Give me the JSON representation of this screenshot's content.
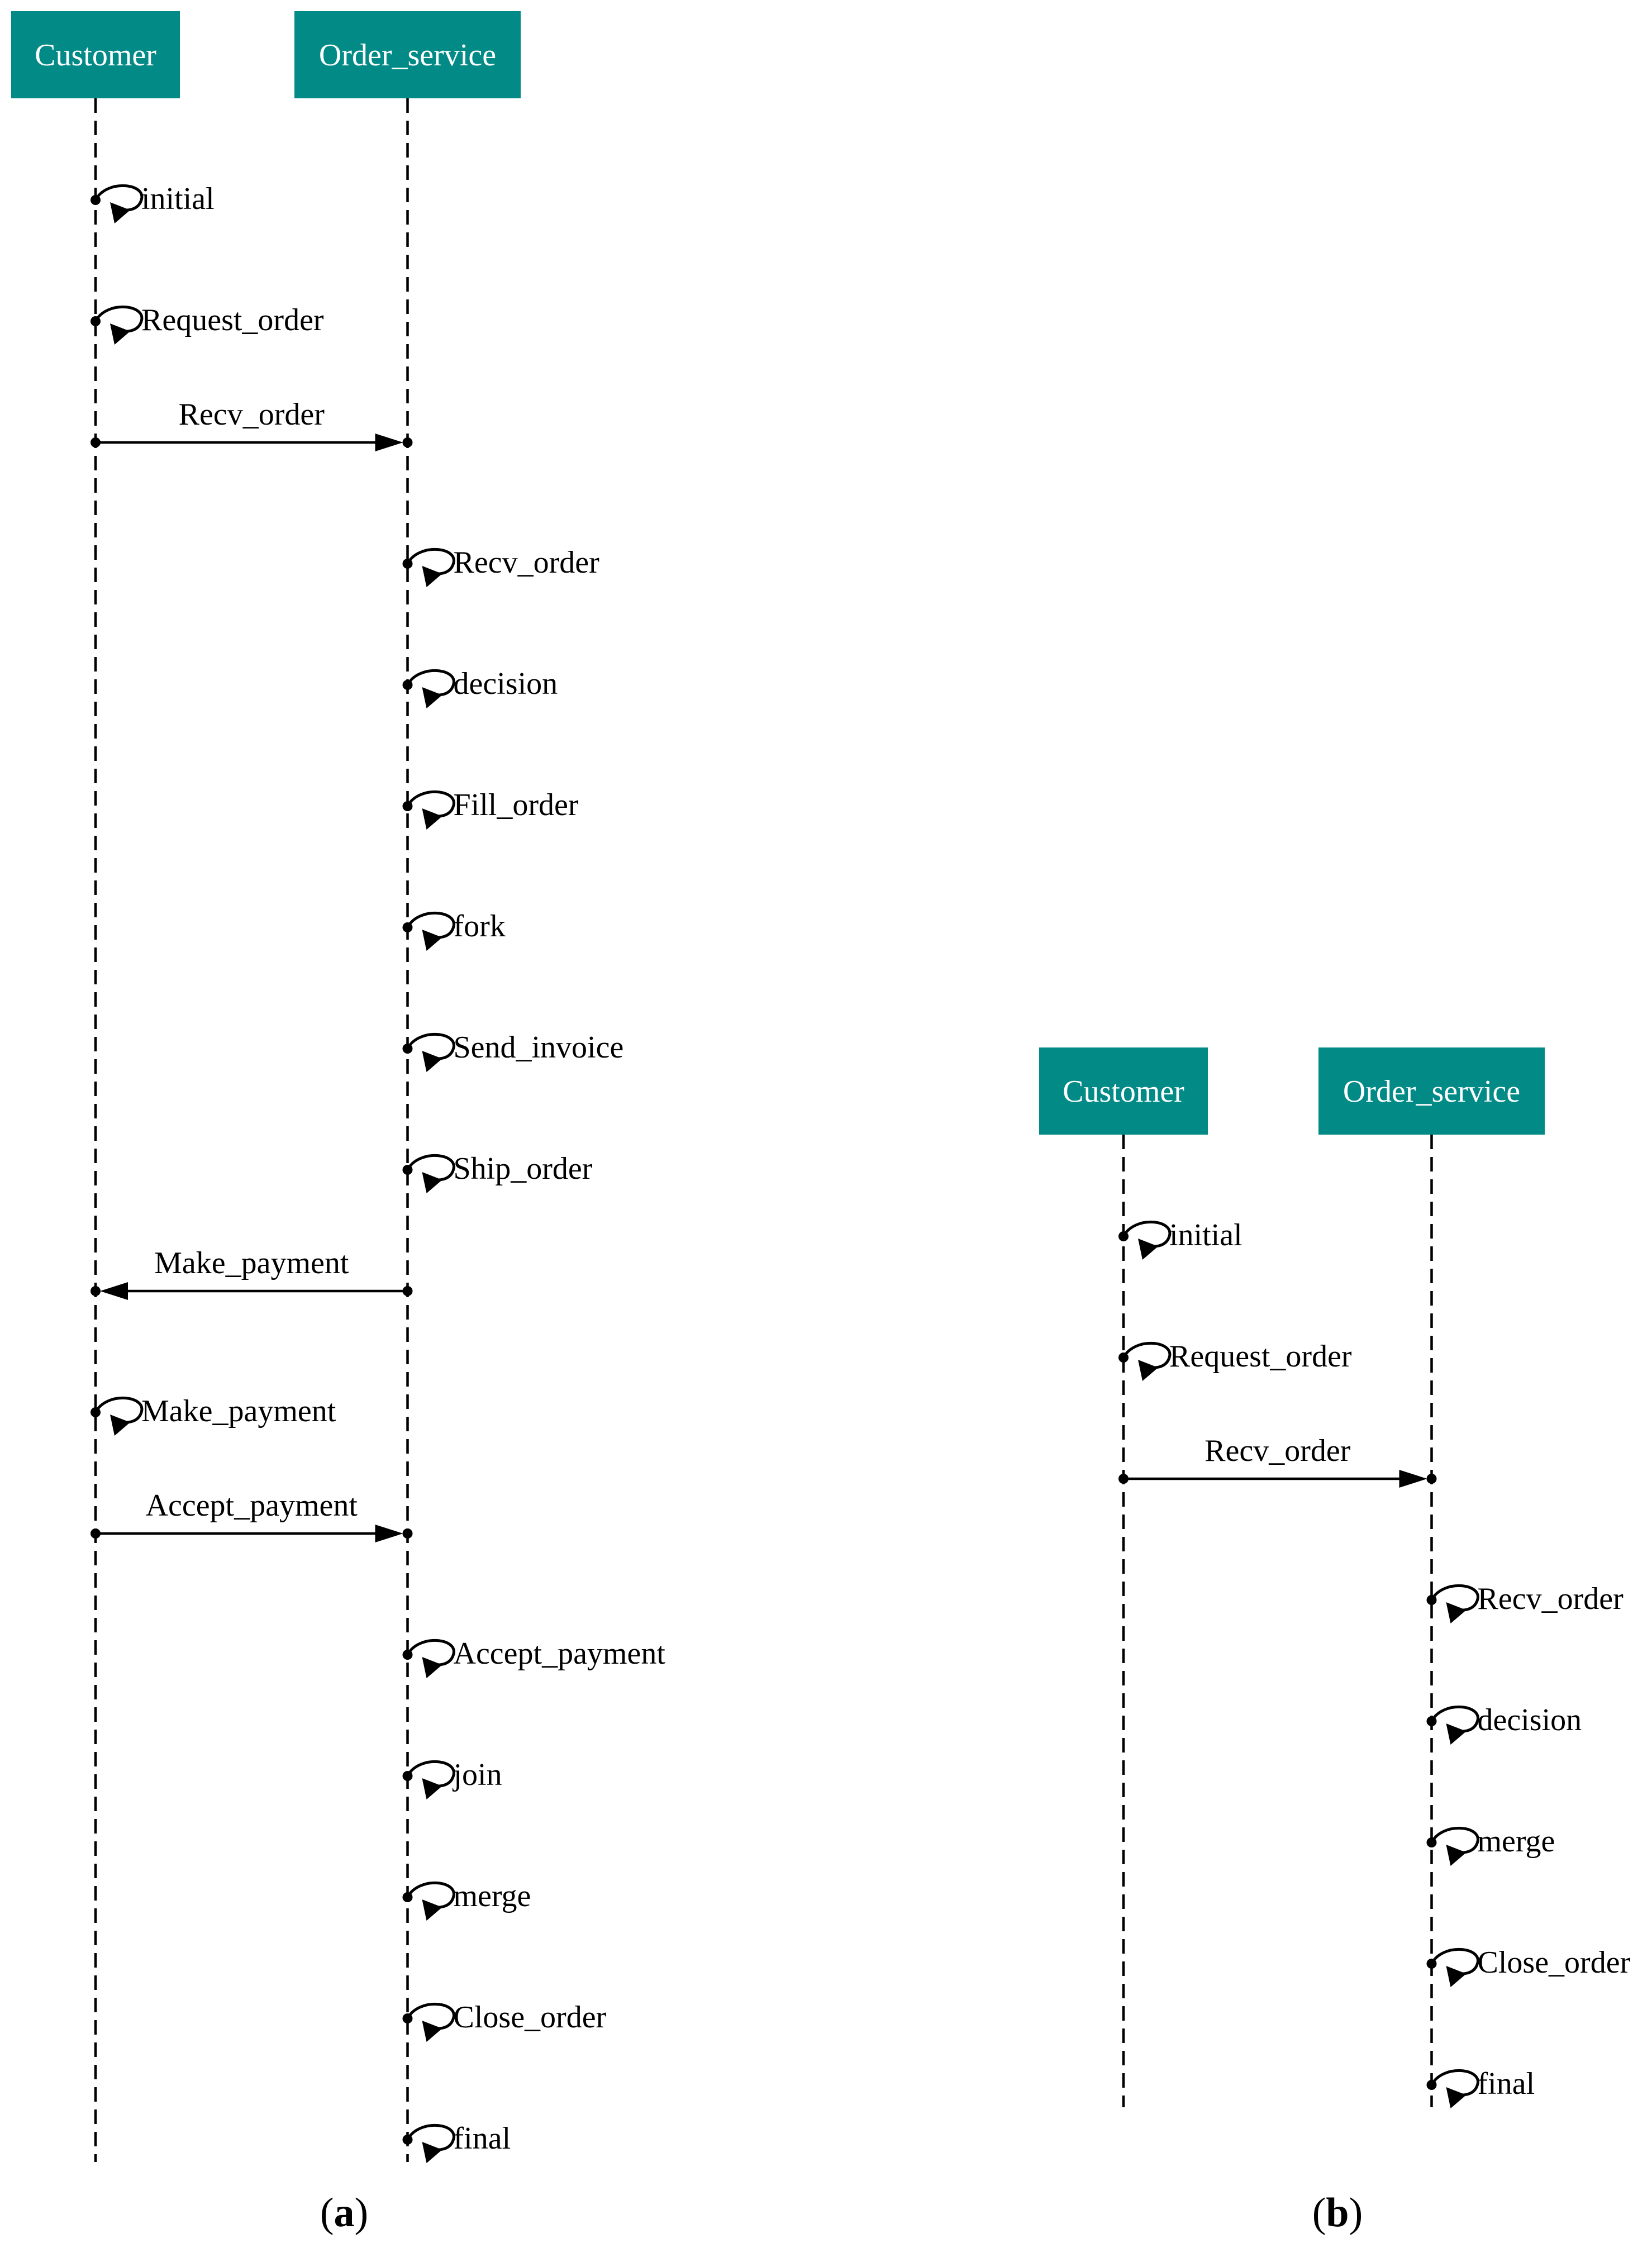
{
  "diagrams": [
    {
      "id": "a",
      "caption_open": "(",
      "caption_letter": "a",
      "caption_close": ")",
      "actors": [
        "Customer",
        "Order_service"
      ],
      "steps": [
        {
          "kind": "self",
          "actor": 0,
          "label": "initial"
        },
        {
          "kind": "self",
          "actor": 0,
          "label": "Request_order"
        },
        {
          "kind": "msg",
          "from": 0,
          "to": 1,
          "label": "Recv_order"
        },
        {
          "kind": "self",
          "actor": 1,
          "label": "Recv_order"
        },
        {
          "kind": "self",
          "actor": 1,
          "label": "decision"
        },
        {
          "kind": "self",
          "actor": 1,
          "label": "Fill_order"
        },
        {
          "kind": "self",
          "actor": 1,
          "label": "fork"
        },
        {
          "kind": "self",
          "actor": 1,
          "label": "Send_invoice"
        },
        {
          "kind": "self",
          "actor": 1,
          "label": "Ship_order"
        },
        {
          "kind": "msg",
          "from": 1,
          "to": 0,
          "label": "Make_payment"
        },
        {
          "kind": "self",
          "actor": 0,
          "label": "Make_payment"
        },
        {
          "kind": "msg",
          "from": 0,
          "to": 1,
          "label": "Accept_payment"
        },
        {
          "kind": "self",
          "actor": 1,
          "label": "Accept_payment"
        },
        {
          "kind": "self",
          "actor": 1,
          "label": "join"
        },
        {
          "kind": "self",
          "actor": 1,
          "label": "merge"
        },
        {
          "kind": "self",
          "actor": 1,
          "label": "Close_order"
        },
        {
          "kind": "self",
          "actor": 1,
          "label": "final"
        }
      ]
    },
    {
      "id": "b",
      "caption_open": "(",
      "caption_letter": "b",
      "caption_close": ")",
      "actors": [
        "Customer",
        "Order_service"
      ],
      "steps": [
        {
          "kind": "self",
          "actor": 0,
          "label": "initial"
        },
        {
          "kind": "self",
          "actor": 0,
          "label": "Request_order"
        },
        {
          "kind": "msg",
          "from": 0,
          "to": 1,
          "label": "Recv_order"
        },
        {
          "kind": "self",
          "actor": 1,
          "label": "Recv_order"
        },
        {
          "kind": "self",
          "actor": 1,
          "label": "decision"
        },
        {
          "kind": "self",
          "actor": 1,
          "label": "merge"
        },
        {
          "kind": "self",
          "actor": 1,
          "label": "Close_order"
        },
        {
          "kind": "self",
          "actor": 1,
          "label": "final"
        }
      ]
    }
  ],
  "colors": {
    "actor_fill": "#028a87",
    "actor_text": "#ffffff",
    "line": "#000000"
  }
}
